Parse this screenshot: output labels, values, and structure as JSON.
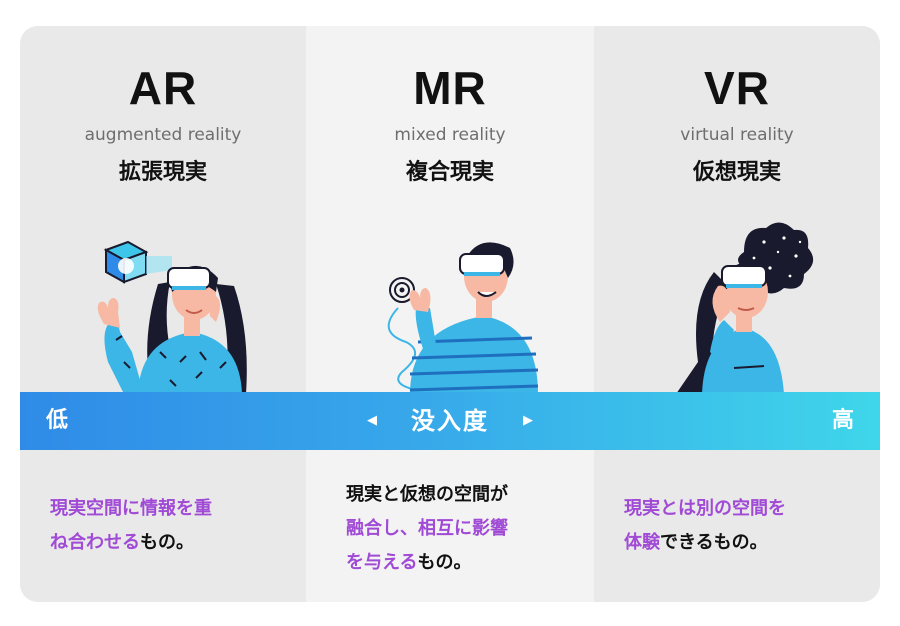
{
  "columns": [
    {
      "acronym": "AR",
      "english": "augmented reality",
      "japanese": "拡張現実",
      "desc_line1_hl": "現実空間に情報を重",
      "desc_line2_hl": "ね合わせる",
      "desc_line2_tail": "もの。"
    },
    {
      "acronym": "MR",
      "english": "mixed reality",
      "japanese": "複合現実",
      "desc_line1": "現実と仮想の空間が",
      "desc_line2_hl": "融合し、相互に影響",
      "desc_line3_hl": "を与える",
      "desc_line3_tail": "もの。"
    },
    {
      "acronym": "VR",
      "english": "virtual reality",
      "japanese": "仮想現実",
      "desc_line1_hl": "現実とは別の空間を",
      "desc_line2_hl": "体験",
      "desc_line2_tail": "できるもの。"
    }
  ],
  "immersion_band": {
    "low": "低",
    "label": "没入度",
    "high": "高",
    "left_arrow": "◀",
    "right_arrow": "▶"
  },
  "colors": {
    "highlight": "#a04ad6",
    "band_start": "#2f8be7",
    "band_end": "#3fd6ea",
    "shirt": "#3bb6e6",
    "skin": "#f7b9a3",
    "hair": "#1a1a2e"
  }
}
